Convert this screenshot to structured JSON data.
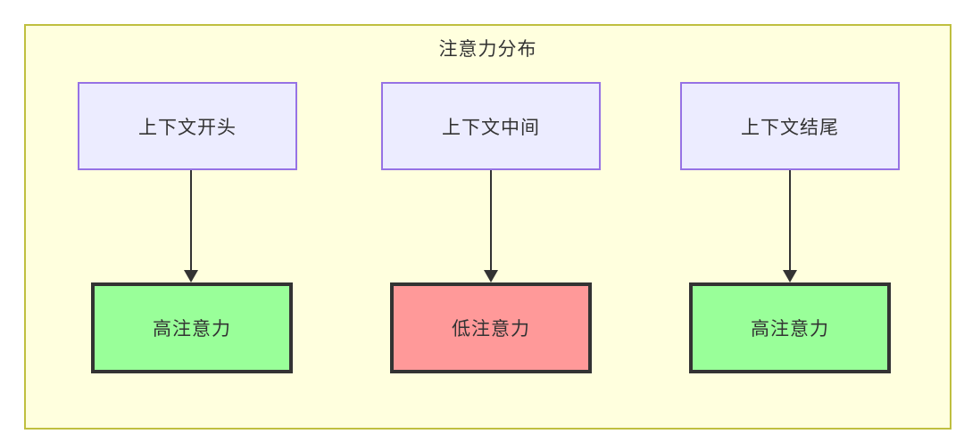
{
  "diagram": {
    "title": "注意力分布",
    "background_color": "#FFFFDE",
    "border_color": "#BFBF3F",
    "type": "flowchart"
  },
  "context_nodes": [
    {
      "id": "ctx-0",
      "label": "上下文开头",
      "fill": "#ECECFF",
      "stroke": "#9672E5"
    },
    {
      "id": "ctx-1",
      "label": "上下文中间",
      "fill": "#ECECFF",
      "stroke": "#9672E5"
    },
    {
      "id": "ctx-2",
      "label": "上下文结尾",
      "fill": "#ECECFF",
      "stroke": "#9672E5"
    }
  ],
  "attention_nodes": [
    {
      "id": "att-0",
      "label": "高注意力",
      "fill": "#99FF99",
      "stroke": "#333333"
    },
    {
      "id": "att-1",
      "label": "低注意力",
      "fill": "#FF9999",
      "stroke": "#333333"
    },
    {
      "id": "att-2",
      "label": "高注意力",
      "fill": "#99FF99",
      "stroke": "#333333"
    }
  ],
  "edges": [
    {
      "from": "ctx-0",
      "to": "att-0",
      "label": ""
    },
    {
      "from": "ctx-1",
      "to": "att-1",
      "label": ""
    },
    {
      "from": "ctx-2",
      "to": "att-2",
      "label": ""
    }
  ]
}
